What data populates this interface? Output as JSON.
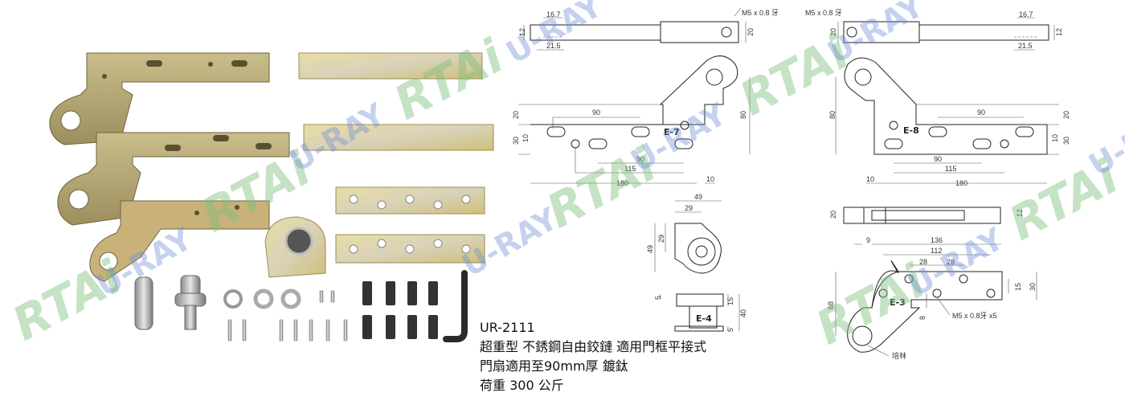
{
  "product": {
    "model": "UR-2111",
    "line1": "超重型 不銹鋼自由鉸鏈  適用門框平接式",
    "line2": "門扇適用至90mm厚   鍍鈦",
    "line3": "荷重  300  公斤"
  },
  "watermarks": [
    "RTAi",
    "U-RAY"
  ],
  "e7": {
    "label": "E-7",
    "thread": "M5 x 0.8 牙",
    "top": {
      "d1": "16.7",
      "d2": "12",
      "d3": "21.5",
      "d4": "20"
    },
    "front": {
      "span_top": "90",
      "h20": "20",
      "h30": "30",
      "h10": "10",
      "h80": "80",
      "span_b1": "90",
      "span_b2": "115",
      "span_b3": "180",
      "off": "10"
    }
  },
  "e8": {
    "label": "E-8",
    "thread": "M5 x 0.8 牙",
    "top": {
      "d1": "16.7",
      "d2": "12",
      "d3": "21.5",
      "d4": "20"
    },
    "front": {
      "span_top": "90",
      "h20": "20",
      "h30": "30",
      "h10": "10",
      "h80": "80",
      "span_b1": "90",
      "span_b2": "115",
      "span_b3": "180",
      "off": "10"
    },
    "side": {
      "h20": "20",
      "h12": "12"
    }
  },
  "e4": {
    "label": "E-4",
    "w49": "49",
    "w29": "29",
    "h49": "49",
    "h29": "29",
    "s5a": "5",
    "s15": "15",
    "s40": "40",
    "s5b": "5"
  },
  "e3": {
    "label": "E-3",
    "w9": "9",
    "w136": "136",
    "w112": "112",
    "w28a": "28",
    "w28b": "28",
    "h68": "68",
    "h15": "15",
    "h30": "30",
    "h8": "8",
    "thread": "M5 x 0.8牙 x5",
    "bushing": "培林"
  }
}
